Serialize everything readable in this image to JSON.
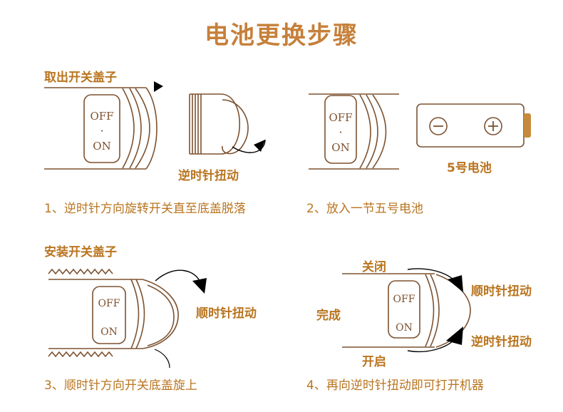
{
  "title": "电池更换步骤",
  "step1": {
    "label": "取出开关盖子",
    "rotate_label": "逆时针扭动",
    "caption": "1、逆时针方向旋转开关直至底盖脱落",
    "switch_off": "OFF",
    "switch_dot": "·",
    "switch_on": "ON"
  },
  "step2": {
    "battery_label": "5号电池",
    "caption": "2、放入一节五号电池",
    "switch_off": "OFF",
    "switch_dot": "·",
    "switch_on": "ON"
  },
  "step3": {
    "label": "安装开关盖子",
    "rotate_label": "顺时针扭动",
    "caption": "3、顺时针方向开关底盖旋上",
    "switch_off": "OFF",
    "switch_on": "ON"
  },
  "step4": {
    "close_label": "关闭",
    "open_label": "开启",
    "done_label": "完成",
    "cw_label": "顺时针扭动",
    "ccw_label": "逆时针扭动",
    "caption": "4、再向逆时针扭动即可打开机器",
    "switch_off": "OFF",
    "switch_on": "ON"
  },
  "colors": {
    "accent": "#b9741f",
    "line": "#7d5230",
    "battery_cap": "#c68a3c"
  }
}
